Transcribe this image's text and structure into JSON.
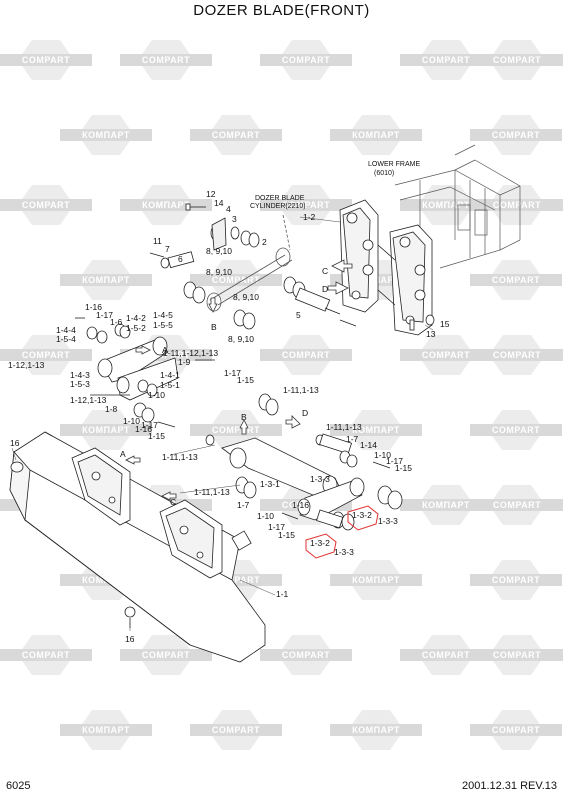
{
  "title": "DOZER BLADE(FRONT)",
  "watermark": {
    "primary": "COMPART",
    "secondary": "КОМПАРТ"
  },
  "references": {
    "lower_frame": {
      "line1": "LOWER FRAME",
      "line2": "(6010)"
    },
    "dozer_blade_cylinder": {
      "line1": "DOZER BLADE",
      "line2": "CYLINDER(2210)"
    }
  },
  "callouts": [
    "12",
    "14",
    "4",
    "3",
    "2",
    "1-2",
    "11",
    "7",
    "6",
    "5",
    "13",
    "15",
    "8, 9,10",
    "8, 9,10",
    "8, 9,10",
    "8, 9,10",
    "1-16",
    "1-17",
    "1-4-4",
    "1-5-4",
    "1-6",
    "1-5-2",
    "1-4-2",
    "1-4-5",
    "1-5-5",
    "1-12,1-13",
    "1-4-3",
    "1-5-3",
    "1-11,1-12,1-13",
    "1-9",
    "1-4-1",
    "1-5-1",
    "1-10",
    "1-17",
    "1-15",
    "1-12,1-13",
    "1-8",
    "1-10",
    "1-16",
    "1-17",
    "1-15",
    "1-11,1-13",
    "1-11,1-13",
    "1-7",
    "1-14",
    "1-10",
    "1-17",
    "1-15",
    "1-11,1-13",
    "1-3-1",
    "1-3-3",
    "1-11,1-13",
    "1-7",
    "1-10",
    "1-16",
    "1-17",
    "1-15",
    "1-3-2",
    "1-3-3",
    "1-3-2",
    "1-3-3",
    "16",
    "16",
    "1-1"
  ],
  "view_markers": [
    "A",
    "B",
    "C",
    "D",
    "A",
    "B",
    "C",
    "D"
  ],
  "footer": {
    "page_number": "6025",
    "revision": "2001.12.31 REV.13"
  }
}
